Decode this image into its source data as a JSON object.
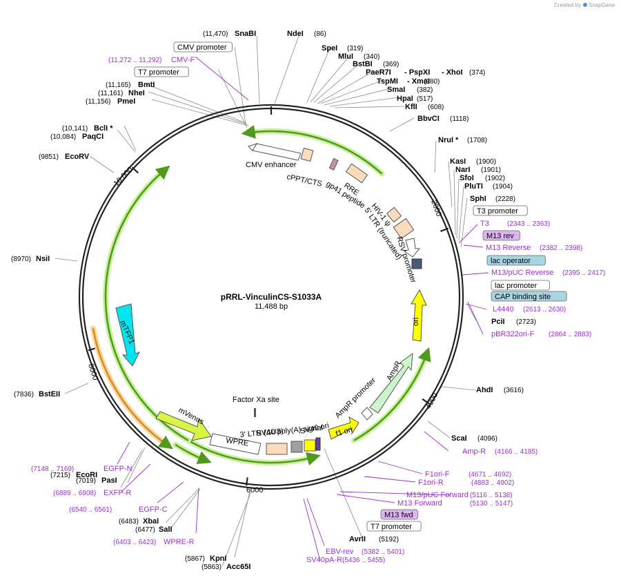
{
  "credit": "Created by",
  "brand": "SnapGene",
  "plasmid": {
    "name": "pRRL-VinculinCS-S1033A",
    "size": "11,488 bp"
  },
  "ticks": [
    "2000",
    "4000",
    "6000",
    "8000",
    "10,000"
  ],
  "enzymes": [
    {
      "name": "SnaBI",
      "pos": "(11,470)"
    },
    {
      "name": "NdeI",
      "pos": "(86)"
    },
    {
      "name": "SpeI",
      "pos": "(319)"
    },
    {
      "name": "MluI",
      "pos": "(340)"
    },
    {
      "name": "BstBI",
      "pos": "(369)"
    },
    {
      "name": "PaeR7I",
      "pos": ""
    },
    {
      "name": "- PspXI",
      "pos": ""
    },
    {
      "name": "- XhoI",
      "pos": "(374)"
    },
    {
      "name": "TspMI",
      "pos": ""
    },
    {
      "name": "- XmaI",
      "pos": "(380)"
    },
    {
      "name": "SmaI",
      "pos": "(382)"
    },
    {
      "name": "HpaI",
      "pos": "(517)"
    },
    {
      "name": "KflI",
      "pos": "(608)"
    },
    {
      "name": "BbvCI",
      "pos": "(1118)"
    },
    {
      "name": "NruI *",
      "pos": "(1708)"
    },
    {
      "name": "KasI",
      "pos": "(1900)"
    },
    {
      "name": "NarI",
      "pos": "(1901)"
    },
    {
      "name": "SfoI",
      "pos": "(1902)"
    },
    {
      "name": "PluTI",
      "pos": "(1904)"
    },
    {
      "name": "SphI",
      "pos": "(2228)"
    },
    {
      "name": "PciI",
      "pos": "(2723)"
    },
    {
      "name": "AhdI",
      "pos": "(3616)"
    },
    {
      "name": "ScaI",
      "pos": "(4096)"
    },
    {
      "name": "AvrII",
      "pos": "(5192)"
    },
    {
      "name": "KpnI",
      "pos": "(5867)"
    },
    {
      "name": "Acc65I",
      "pos": "(5863)"
    },
    {
      "name": "SalI",
      "pos": "(6477)"
    },
    {
      "name": "XbaI",
      "pos": "(6483)"
    },
    {
      "name": "PasI",
      "pos": "(7019)"
    },
    {
      "name": "EcoRI",
      "pos": "(7215)"
    },
    {
      "name": "BstEII",
      "pos": "(7836)"
    },
    {
      "name": "NsiI",
      "pos": "(8970)"
    },
    {
      "name": "EcoRV",
      "pos": "(9851)"
    },
    {
      "name": "PaqCI",
      "pos": "(10,084)"
    },
    {
      "name": "BclI *",
      "pos": "(10,141)"
    },
    {
      "name": "PmeI",
      "pos": "(11,156)"
    },
    {
      "name": "NheI",
      "pos": "(11,161)"
    },
    {
      "name": "BmtI",
      "pos": "(11,165)"
    }
  ],
  "primers": [
    {
      "name": "CMV-F",
      "pos": "(11,272 .. 11,292)"
    },
    {
      "name": "T3",
      "pos": "(2343 .. 2363)"
    },
    {
      "name": "M13 Reverse",
      "pos": "(2382 .. 2398)"
    },
    {
      "name": "M13/pUC Reverse",
      "pos": "(2395 .. 2417)"
    },
    {
      "name": "L4440",
      "pos": "(2613 .. 2630)"
    },
    {
      "name": "pBR322ori-F",
      "pos": "(2864 .. 2883)"
    },
    {
      "name": "Amp-R",
      "pos": "(4166 .. 4185)"
    },
    {
      "name": "F1ori-F",
      "pos": "(4671 .. 4692)"
    },
    {
      "name": "F1ori-R",
      "pos": "(4883 .. 4902)"
    },
    {
      "name": "M13/pUC Forward",
      "pos": "(5116 .. 5138)"
    },
    {
      "name": "M13 Forward",
      "pos": "(5130 .. 5147)"
    },
    {
      "name": "EBV-rev",
      "pos": "(5382 .. 5401)"
    },
    {
      "name": "SV40pA-R",
      "pos": "(5436 .. 5455)"
    },
    {
      "name": "WPRE-R",
      "pos": "(6403 .. 6423)"
    },
    {
      "name": "EGFP-C",
      "pos": "(6540 .. 6561)"
    },
    {
      "name": "EXFP-R",
      "pos": "(6889 .. 6908)"
    },
    {
      "name": "EGFP-N",
      "pos": "(7148 .. 7169)"
    }
  ],
  "boxed": [
    {
      "name": "CMV promoter",
      "kind": "plain"
    },
    {
      "name": "T7 promoter",
      "kind": "plain"
    },
    {
      "name": "T3 promoter",
      "kind": "plain"
    },
    {
      "name": "M13 rev",
      "kind": "purple"
    },
    {
      "name": "lac operator",
      "kind": "teal"
    },
    {
      "name": "lac promoter",
      "kind": "plain"
    },
    {
      "name": "CAP binding site",
      "kind": "teal"
    },
    {
      "name": "M13 fwd",
      "kind": "purple"
    },
    {
      "name": "T7 promoter",
      "kind": "plain"
    }
  ],
  "features": [
    "CMV enhancer",
    "cPPT/CTS",
    "RRE",
    "gp41 peptide",
    "HIV-1 ψ",
    "5' LTR (truncated)",
    "RSV promoter",
    "ori",
    "AmpR",
    "AmpR promoter",
    "f1 ori",
    "SV40 ori",
    "SV40 poly(A) signal",
    "3' LTR (ΔU3)",
    "WPRE",
    "mVenus",
    "Factor Xa site",
    "mTFP1"
  ],
  "colors": {
    "backbone": "#222222",
    "arc": "#4f9a1c",
    "arc_glow": "#c8ef9a",
    "orange_arc": "#d98a1c",
    "primer": "#9b2ecc",
    "ori": "#ffff00",
    "ampr": "#ccf5cc",
    "mtfp1": "#00e5ee",
    "mvenus": "#d7f542",
    "misc": "#fadcbc",
    "polya": "#a0a0a0",
    "teal_box": "#a9d5e2",
    "purple_box": "#dcb6f2"
  }
}
